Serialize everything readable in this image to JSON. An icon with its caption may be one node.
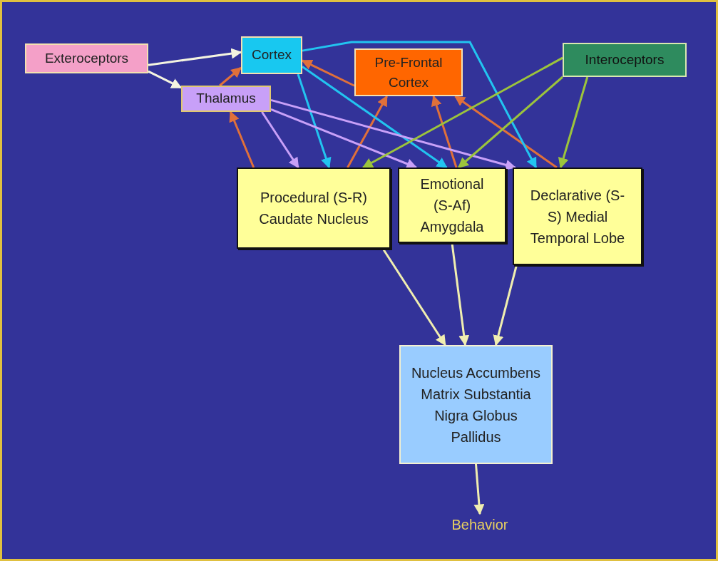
{
  "diagram": {
    "nodes": [
      {
        "text": [
          "Exteroceptors"
        ]
      },
      {
        "text": [
          "Cortex"
        ]
      },
      {
        "text": [
          "Pre-Frontal Cortex"
        ]
      },
      {
        "text": [
          "Interoceptors"
        ]
      },
      {
        "text": [
          "Thalamus"
        ]
      },
      {
        "text": [
          "Procedural (S-R) Caudate Nucleus"
        ]
      },
      {
        "text": [
          "Emotional (S-Af) Amygdala"
        ]
      },
      {
        "text": [
          "Declarative (S-S) Medial Temporal Lobe"
        ]
      },
      {
        "text": [
          "Nucleus Accumbens Matrix Substantia Nigra Globus Pallidus"
        ]
      },
      {
        "text": [
          "Behavior"
        ]
      }
    ],
    "edges": [
      {
        "from": 0,
        "to": 1,
        "arrow": "to",
        "color": "#f4f4e0"
      },
      {
        "from": 0,
        "to": 4,
        "arrow": "to",
        "color": "#f4f4e0"
      },
      {
        "from": 4,
        "to": 1,
        "arrow": "to",
        "color": "#e0703a"
      },
      {
        "from": 5,
        "to": 4,
        "arrow": "to",
        "color": "#e0703a"
      },
      {
        "from": 5,
        "to": 2,
        "arrow": "to",
        "color": "#e0703a"
      },
      {
        "from": 6,
        "to": 2,
        "arrow": "to",
        "color": "#e0703a"
      },
      {
        "from": 7,
        "to": 2,
        "arrow": "to",
        "color": "#e0703a"
      },
      {
        "from": 2,
        "to": 1,
        "arrow": "to",
        "color": "#e0703a"
      },
      {
        "from": 1,
        "to": 5,
        "arrow": "to",
        "color": "#22c4f0"
      },
      {
        "from": 1,
        "to": 6,
        "arrow": "to",
        "color": "#22c4f0"
      },
      {
        "from": 1,
        "to": 7,
        "arrow": "to",
        "color": "#22c4f0"
      },
      {
        "from": 4,
        "to": 5,
        "arrow": "to",
        "color": "#c8a0f8"
      },
      {
        "from": 4,
        "to": 6,
        "arrow": "to",
        "color": "#c8a0f8"
      },
      {
        "from": 4,
        "to": 7,
        "arrow": "to",
        "color": "#c8a0f8"
      },
      {
        "from": 3,
        "to": 5,
        "arrow": "to",
        "color": "#9cc43c"
      },
      {
        "from": 3,
        "to": 6,
        "arrow": "to",
        "color": "#9cc43c"
      },
      {
        "from": 3,
        "to": 7,
        "arrow": "to",
        "color": "#9cc43c"
      },
      {
        "from": 5,
        "to": 8,
        "arrow": "to",
        "color": "#f0eeb0"
      },
      {
        "from": 6,
        "to": 8,
        "arrow": "to",
        "color": "#f0eeb0"
      },
      {
        "from": 7,
        "to": 8,
        "arrow": "to",
        "color": "#f0eeb0"
      },
      {
        "from": 8,
        "to": 9,
        "arrow": "to",
        "color": "#f0eeb0"
      }
    ]
  }
}
